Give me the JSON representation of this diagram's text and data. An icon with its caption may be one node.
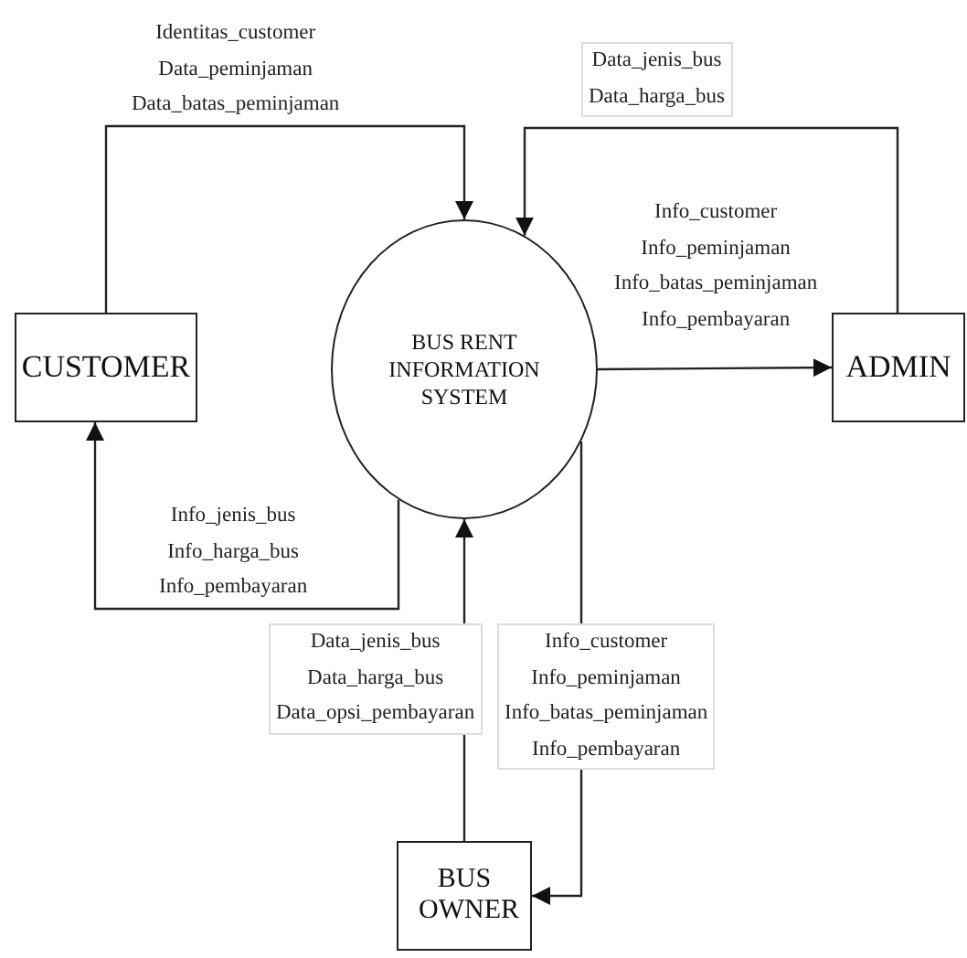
{
  "diagram": {
    "nodes": [
      {
        "text": [
          "CUSTOMER"
        ]
      },
      {
        "text": [
          "BUS RENT INFORMATION SYSTEM"
        ]
      },
      {
        "text": [
          "ADMIN"
        ]
      },
      {
        "text": [
          "BUS OWNER"
        ]
      }
    ],
    "edges": [
      {
        "from": 0,
        "to": 1,
        "arrow": "to",
        "label": "Identitas_customer Data_peminjaman Data_batas_peminjaman"
      },
      {
        "from": 2,
        "to": 1,
        "arrow": "to",
        "label": "Data_jenis_bus Data_harga_bus"
      },
      {
        "from": 1,
        "to": 2,
        "arrow": "to",
        "label": "Info_customer Info_peminjaman Info_batas_peminjaman Info_pembayaran"
      },
      {
        "from": 1,
        "to": 0,
        "arrow": "to",
        "label": "Info_jenis_bus Info_harga_bus Info_pembayaran"
      },
      {
        "from": 3,
        "to": 1,
        "arrow": "to",
        "label": "Data_jenis_bus Data_harga_bus Data_opsi_pembayaran"
      },
      {
        "from": 1,
        "to": 3,
        "arrow": "to",
        "label": "Info_customer Info_peminjaman Info_batas_peminjaman Info_pembayaran"
      }
    ]
  }
}
